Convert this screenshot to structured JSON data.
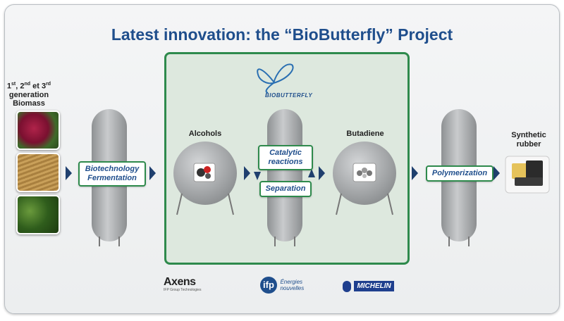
{
  "title": "Latest innovation: the “BioButterfly” Project",
  "biomass": {
    "line1_parts": [
      "1",
      "st",
      ", 2",
      "nd",
      " et 3",
      "rd"
    ],
    "line2": "generation",
    "line3": "Biomass"
  },
  "steps": {
    "fermentation": [
      "Biotechnology",
      "Fermentation"
    ],
    "alcohols": "Alcohols",
    "catalytic": [
      "Catalytic",
      "reactions"
    ],
    "separation": "Separation",
    "butadiene": "Butadiene",
    "polymerization": "Polymerization",
    "product": [
      "Synthetic",
      "rubber"
    ]
  },
  "brand": "BIOBUTTERFLY",
  "partners": {
    "axens": {
      "name": "Axens",
      "sub": "IFP Group Technologies"
    },
    "ifp": {
      "name": "ifp",
      "sub1": "Énergies",
      "sub2": "nouvelles"
    },
    "michelin": {
      "name": "MICHELIN"
    }
  },
  "colors": {
    "title": "#1f4e8c",
    "panel_border": "#2e8a4c",
    "panel_bg": "#dde8de",
    "chevron": "#1f3f6e",
    "vessel": "#a9acae"
  },
  "icons": [
    "butterfly-icon",
    "molecule-icon",
    "recycle-arrows-icon"
  ]
}
